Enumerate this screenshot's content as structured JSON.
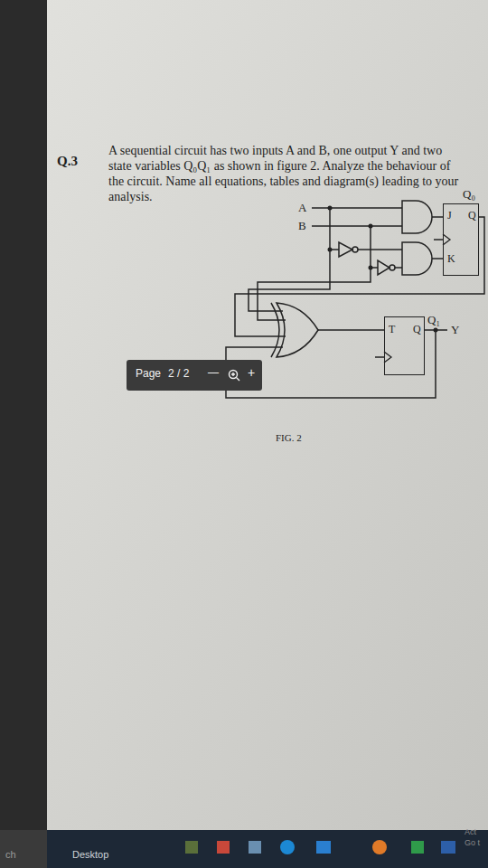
{
  "diagram": {
    "caption": "FIG. 2",
    "nodes": [
      {
        "text": [
          "J",
          "Q",
          "K"
        ]
      },
      {
        "text": [
          "T",
          "Q"
        ]
      },
      {
        "text": [
          "Page",
          "2 / 2",
          "—",
          "+"
        ]
      }
    ],
    "labels": [
      "Q.3",
      "A sequential circuit has two inputs A and B, one output Y and two state variables Q₀Q₁ as shown in figure 2. Analyze the behaviour of the circuit. Name all equations, tables and diagram(s) leading to your analysis.",
      "A",
      "B",
      "Q₀",
      "Q₁",
      "Y",
      "Desktop",
      "ch",
      "Act",
      "Go t"
    ]
  }
}
